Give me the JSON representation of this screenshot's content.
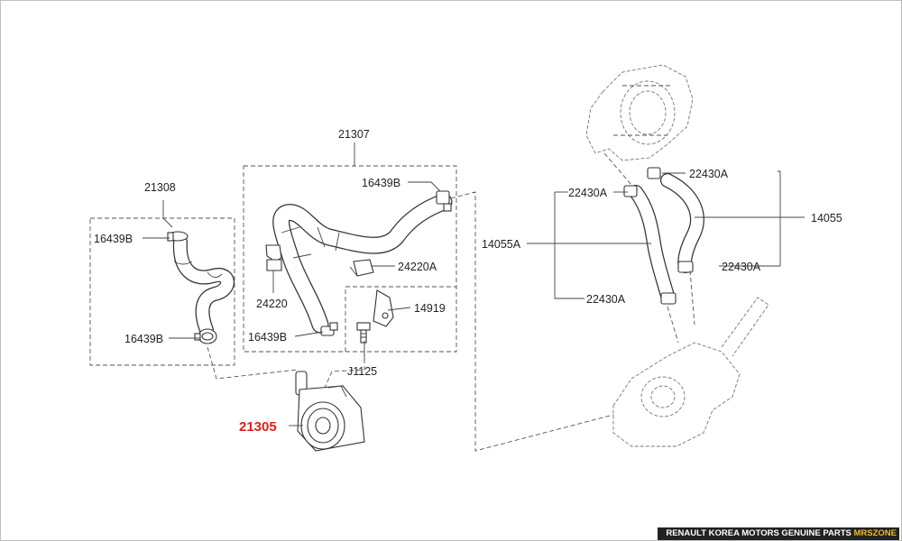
{
  "labels": {
    "l21307": "21307",
    "l21308": "21308",
    "l16439B_a": "16439B",
    "l16439B_b": "16439B",
    "l16439B_c": "16439B",
    "l16439B_d": "16439B",
    "l24220A": "24220A",
    "l24220": "24220",
    "l14919": "14919",
    "lJ1125": "J1125",
    "l21305": "21305",
    "l22430A_a": "22430A",
    "l22430A_b": "22430A",
    "l22430A_c": "22430A",
    "l22430A_d": "22430A",
    "l14055": "14055",
    "l14055A": "14055A"
  },
  "footer": {
    "text": "RENAULT KOREA MOTORS GENUINE PARTS ",
    "brand": "MRSZONE"
  },
  "colors": {
    "highlight": "#e0201b",
    "brand": "#f2b830"
  }
}
